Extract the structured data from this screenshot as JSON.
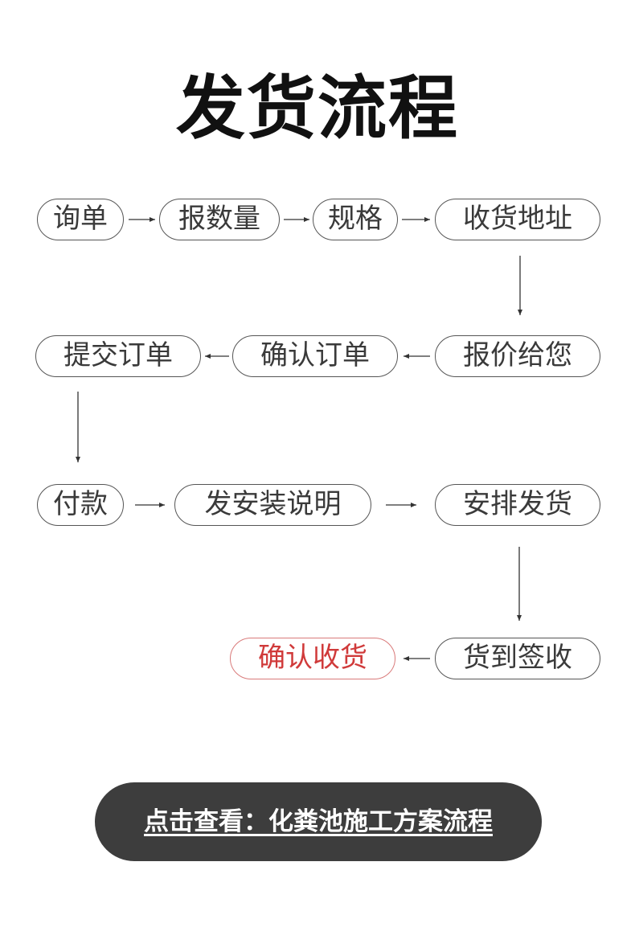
{
  "title": "发货流程",
  "steps": {
    "inquiry": "询单",
    "quantity": "报数量",
    "spec": "规格",
    "address": "收货地址",
    "quote": "报价给您",
    "confirm_order": "确认订单",
    "submit_order": "提交订单",
    "payment": "付款",
    "install_guide": "发安装说明",
    "arrange": "安排发货",
    "sign": "货到签收",
    "confirm_receipt": "确认收货"
  },
  "cta": {
    "label": "点击查看：化粪池施工方案流程"
  },
  "colors": {
    "accent": "#d03a3a",
    "cta_bg": "#3d3d3d"
  }
}
